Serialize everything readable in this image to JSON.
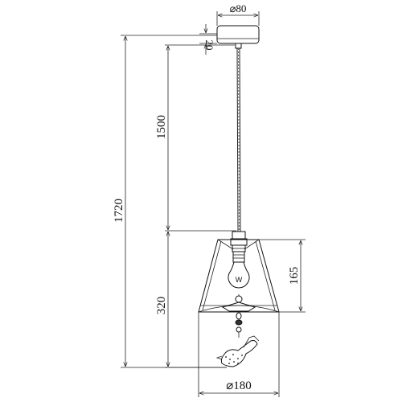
{
  "dimensions": {
    "canopy_diameter": "⌀80",
    "canopy_height": "20",
    "cord_length": "1500",
    "total_height": "1720",
    "shade_height": "165",
    "lamp_height": "320",
    "shade_diameter": "⌀180"
  },
  "bulb_label": "W"
}
